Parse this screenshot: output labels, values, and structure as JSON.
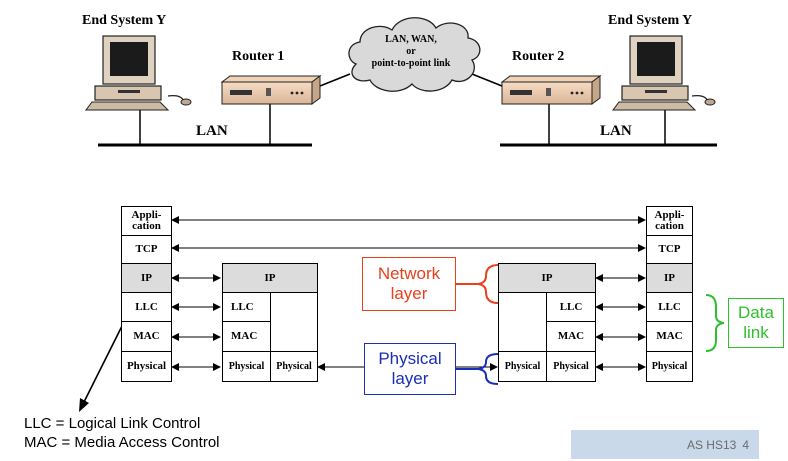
{
  "network": {
    "end_system_left": "End System Y",
    "end_system_right": "End System Y",
    "router1": "Router 1",
    "router2": "Router 2",
    "cloud_line1": "LAN, WAN,",
    "cloud_line2": "or",
    "cloud_line3": "point-to-point link",
    "lan_left": "LAN",
    "lan_right": "LAN"
  },
  "stack": {
    "left": [
      "Appli-\ncation",
      "TCP",
      "IP",
      "LLC",
      "MAC",
      "Physical"
    ],
    "router1": {
      "ip": "IP",
      "llc": "LLC",
      "mac": "MAC",
      "physical_a": "Physical",
      "physical_b": "Physical"
    },
    "router2": {
      "ip": "IP",
      "llc": "LLC",
      "mac": "MAC",
      "physical_a": "Physical",
      "physical_b": "Physical"
    },
    "right": [
      "Appli-\ncation",
      "TCP",
      "IP",
      "LLC",
      "MAC",
      "Physical"
    ]
  },
  "callouts": {
    "network_layer": "Network\nlayer",
    "physical_layer": "Physical\nlayer",
    "data_link": "Data\nlink"
  },
  "colors": {
    "network_layer": "#e8401c",
    "physical_layer": "#1a2eb8",
    "data_link": "#2dbf2d"
  },
  "legend": {
    "line1": "LLC = Logical Link Control",
    "line2": "MAC = Media Access Control"
  },
  "footer": {
    "course": "AS HS13",
    "page": "4"
  }
}
